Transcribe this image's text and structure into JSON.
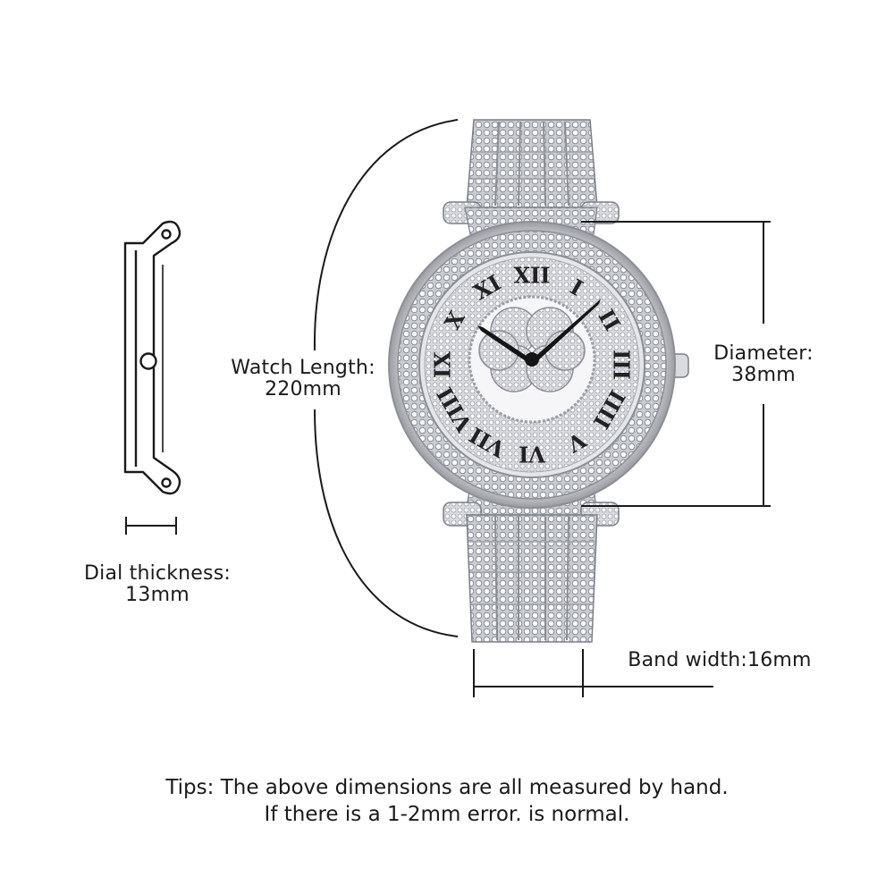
{
  "labels": {
    "watch_length": [
      "Watch Length:",
      "220mm"
    ],
    "diameter": [
      "Diameter:",
      "38mm"
    ],
    "band_width": "Band width:16mm",
    "dial_thickness": [
      "Dial thickness:",
      "13mm"
    ]
  },
  "dial": {
    "numerals": [
      "XII",
      "I",
      "II",
      "III",
      "IIII",
      "V",
      "VI",
      "VII",
      "VIII",
      "IX",
      "X",
      "XI"
    ]
  },
  "tips": [
    "Tips: The above dimensions are all measured by hand.",
    "If there is a 1-2mm error. is normal."
  ],
  "colors": {
    "line": "#1a1a1a",
    "metal": "#d4d6da",
    "metal_dark": "#8c8f95",
    "numeral": "#222222"
  }
}
